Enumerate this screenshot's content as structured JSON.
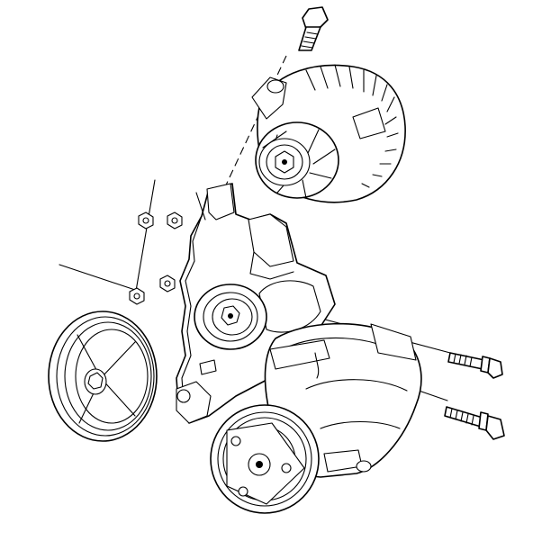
{
  "figure": {
    "kind": "exploded mechanical line drawing",
    "parts": [
      {
        "id": "generator",
        "icon": "alternator-icon"
      },
      {
        "id": "upper-generator-bolt",
        "icon": "bolt-icon"
      },
      {
        "id": "mounting-bracket",
        "icon": "bracket-icon"
      },
      {
        "id": "idler-pulley",
        "icon": "pulley-icon"
      },
      {
        "id": "ac-compressor",
        "icon": "compressor-icon"
      },
      {
        "id": "crankshaft-pulley",
        "icon": "pulley-icon"
      },
      {
        "id": "compressor-bolt-upper",
        "icon": "bolt-icon"
      },
      {
        "id": "compressor-bolt-lower",
        "icon": "bolt-icon"
      },
      {
        "id": "bracket-nuts",
        "icon": "nut-icon"
      },
      {
        "id": "bracket-studs",
        "icon": "stud-icon"
      }
    ],
    "colors": {
      "ink": "#000000",
      "paper": "#ffffff"
    }
  }
}
